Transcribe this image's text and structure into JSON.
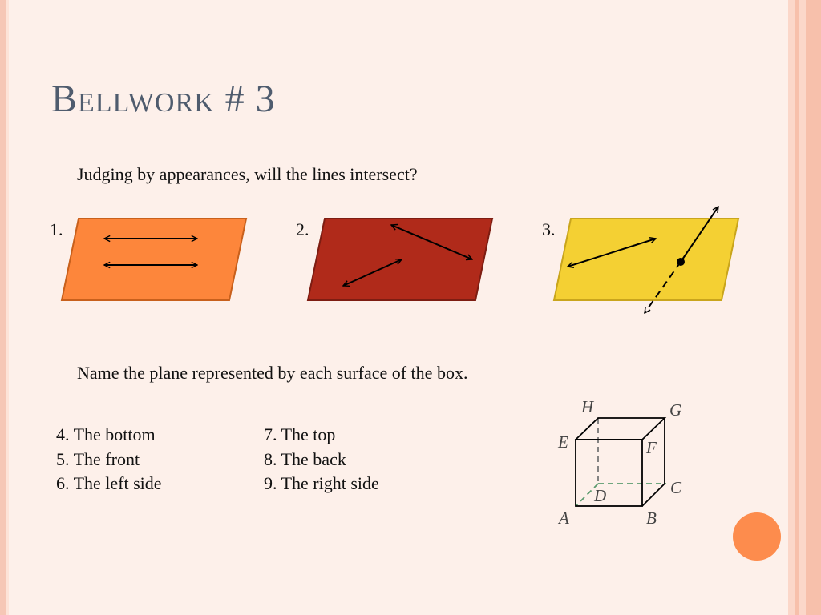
{
  "slide": {
    "title": "Bellwork # 3",
    "question1": "Judging by appearances, will the lines intersect?",
    "question2": "Name the plane represented by each surface of the box."
  },
  "figures": {
    "labels": [
      "1.",
      "2.",
      "3."
    ],
    "plane_colors": [
      "#fd863b",
      "#b02a1a",
      "#f4d033"
    ]
  },
  "items": {
    "left": [
      "4. The bottom",
      "5. The front",
      "6. The left side"
    ],
    "right": [
      "7. The top",
      "8. The back",
      "9. The right side"
    ]
  },
  "box": {
    "vertices": [
      "A",
      "B",
      "C",
      "D",
      "E",
      "F",
      "G",
      "H"
    ]
  },
  "colors": {
    "title": "#4f5c6e",
    "background": "#fdf0ea",
    "accent": "#fd8c4d"
  }
}
